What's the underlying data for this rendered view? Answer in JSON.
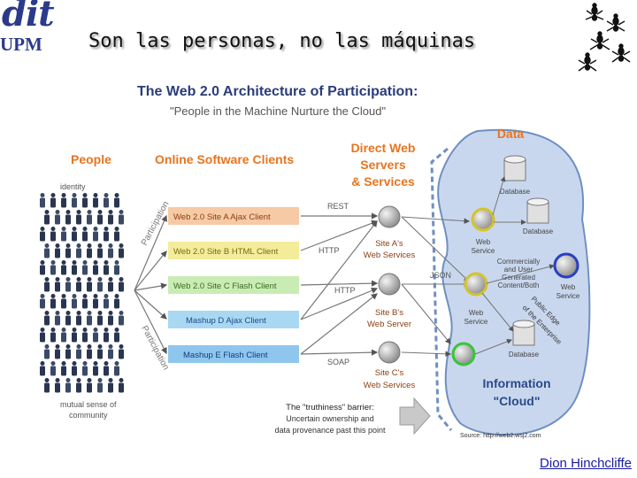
{
  "logo": {
    "dit": "dit",
    "upm": "UPM"
  },
  "slide_title": "Son las personas, no las máquinas",
  "credit_link": "Dion Hinchcliffe",
  "diagram": {
    "title": "The Web 2.0 Architecture of Participation:",
    "subtitle": "\"People in the Machine Nurture the Cloud\"",
    "headers": {
      "people": "People",
      "clients": "Online Software Clients",
      "servers_1": "Direct Web",
      "servers_2": "Servers",
      "servers_3": "& Services",
      "data": "Data"
    },
    "identity": "identity",
    "participation": "Participation",
    "mutual_1": "mutual sense of",
    "mutual_2": "community",
    "clients": [
      {
        "label": "Web 2.0 Site A Ajax Client",
        "fill": "#f7caa6"
      },
      {
        "label": "Web 2.0 Site B HTML Client",
        "fill": "#f3ec9a"
      },
      {
        "label": "Web 2.0 Site C Flash Client",
        "fill": "#c9ecb4"
      },
      {
        "label": "Mashup D Ajax Client",
        "fill": "#a9d8f2"
      },
      {
        "label": "Mashup E Flash Client",
        "fill": "#8ec6ee"
      }
    ],
    "protocols": {
      "rest": "REST",
      "http1": "HTTP",
      "http2": "HTTP",
      "json": "JSON",
      "soap": "SOAP"
    },
    "servers": {
      "a_1": "Site A's",
      "a_2": "Web Services",
      "b_1": "Site B's",
      "b_2": "Web Server",
      "c_1": "Site C's",
      "c_2": "Web Services"
    },
    "cloud": {
      "database": "Database",
      "web": "Web",
      "service": "Service",
      "commercial_1": "Commercially",
      "commercial_2": "and User",
      "commercial_3": "Generated",
      "commercial_4": "Content/Both",
      "public_1": "Public Edge",
      "public_2": "of the Enterprise",
      "info_1": "Information",
      "info_2": "\"Cloud\""
    },
    "barrier_1": "The \"truthiness\" barrier:",
    "barrier_2": "Uncertain ownership and",
    "barrier_3": "data provenance past this point",
    "source": "Source: http://web2.wsj2.com",
    "colors": {
      "orange": "#e8741f",
      "blue_header": "#2a5aa8",
      "cloud": "#c9d7ee",
      "title": "#2a3d7a"
    }
  }
}
